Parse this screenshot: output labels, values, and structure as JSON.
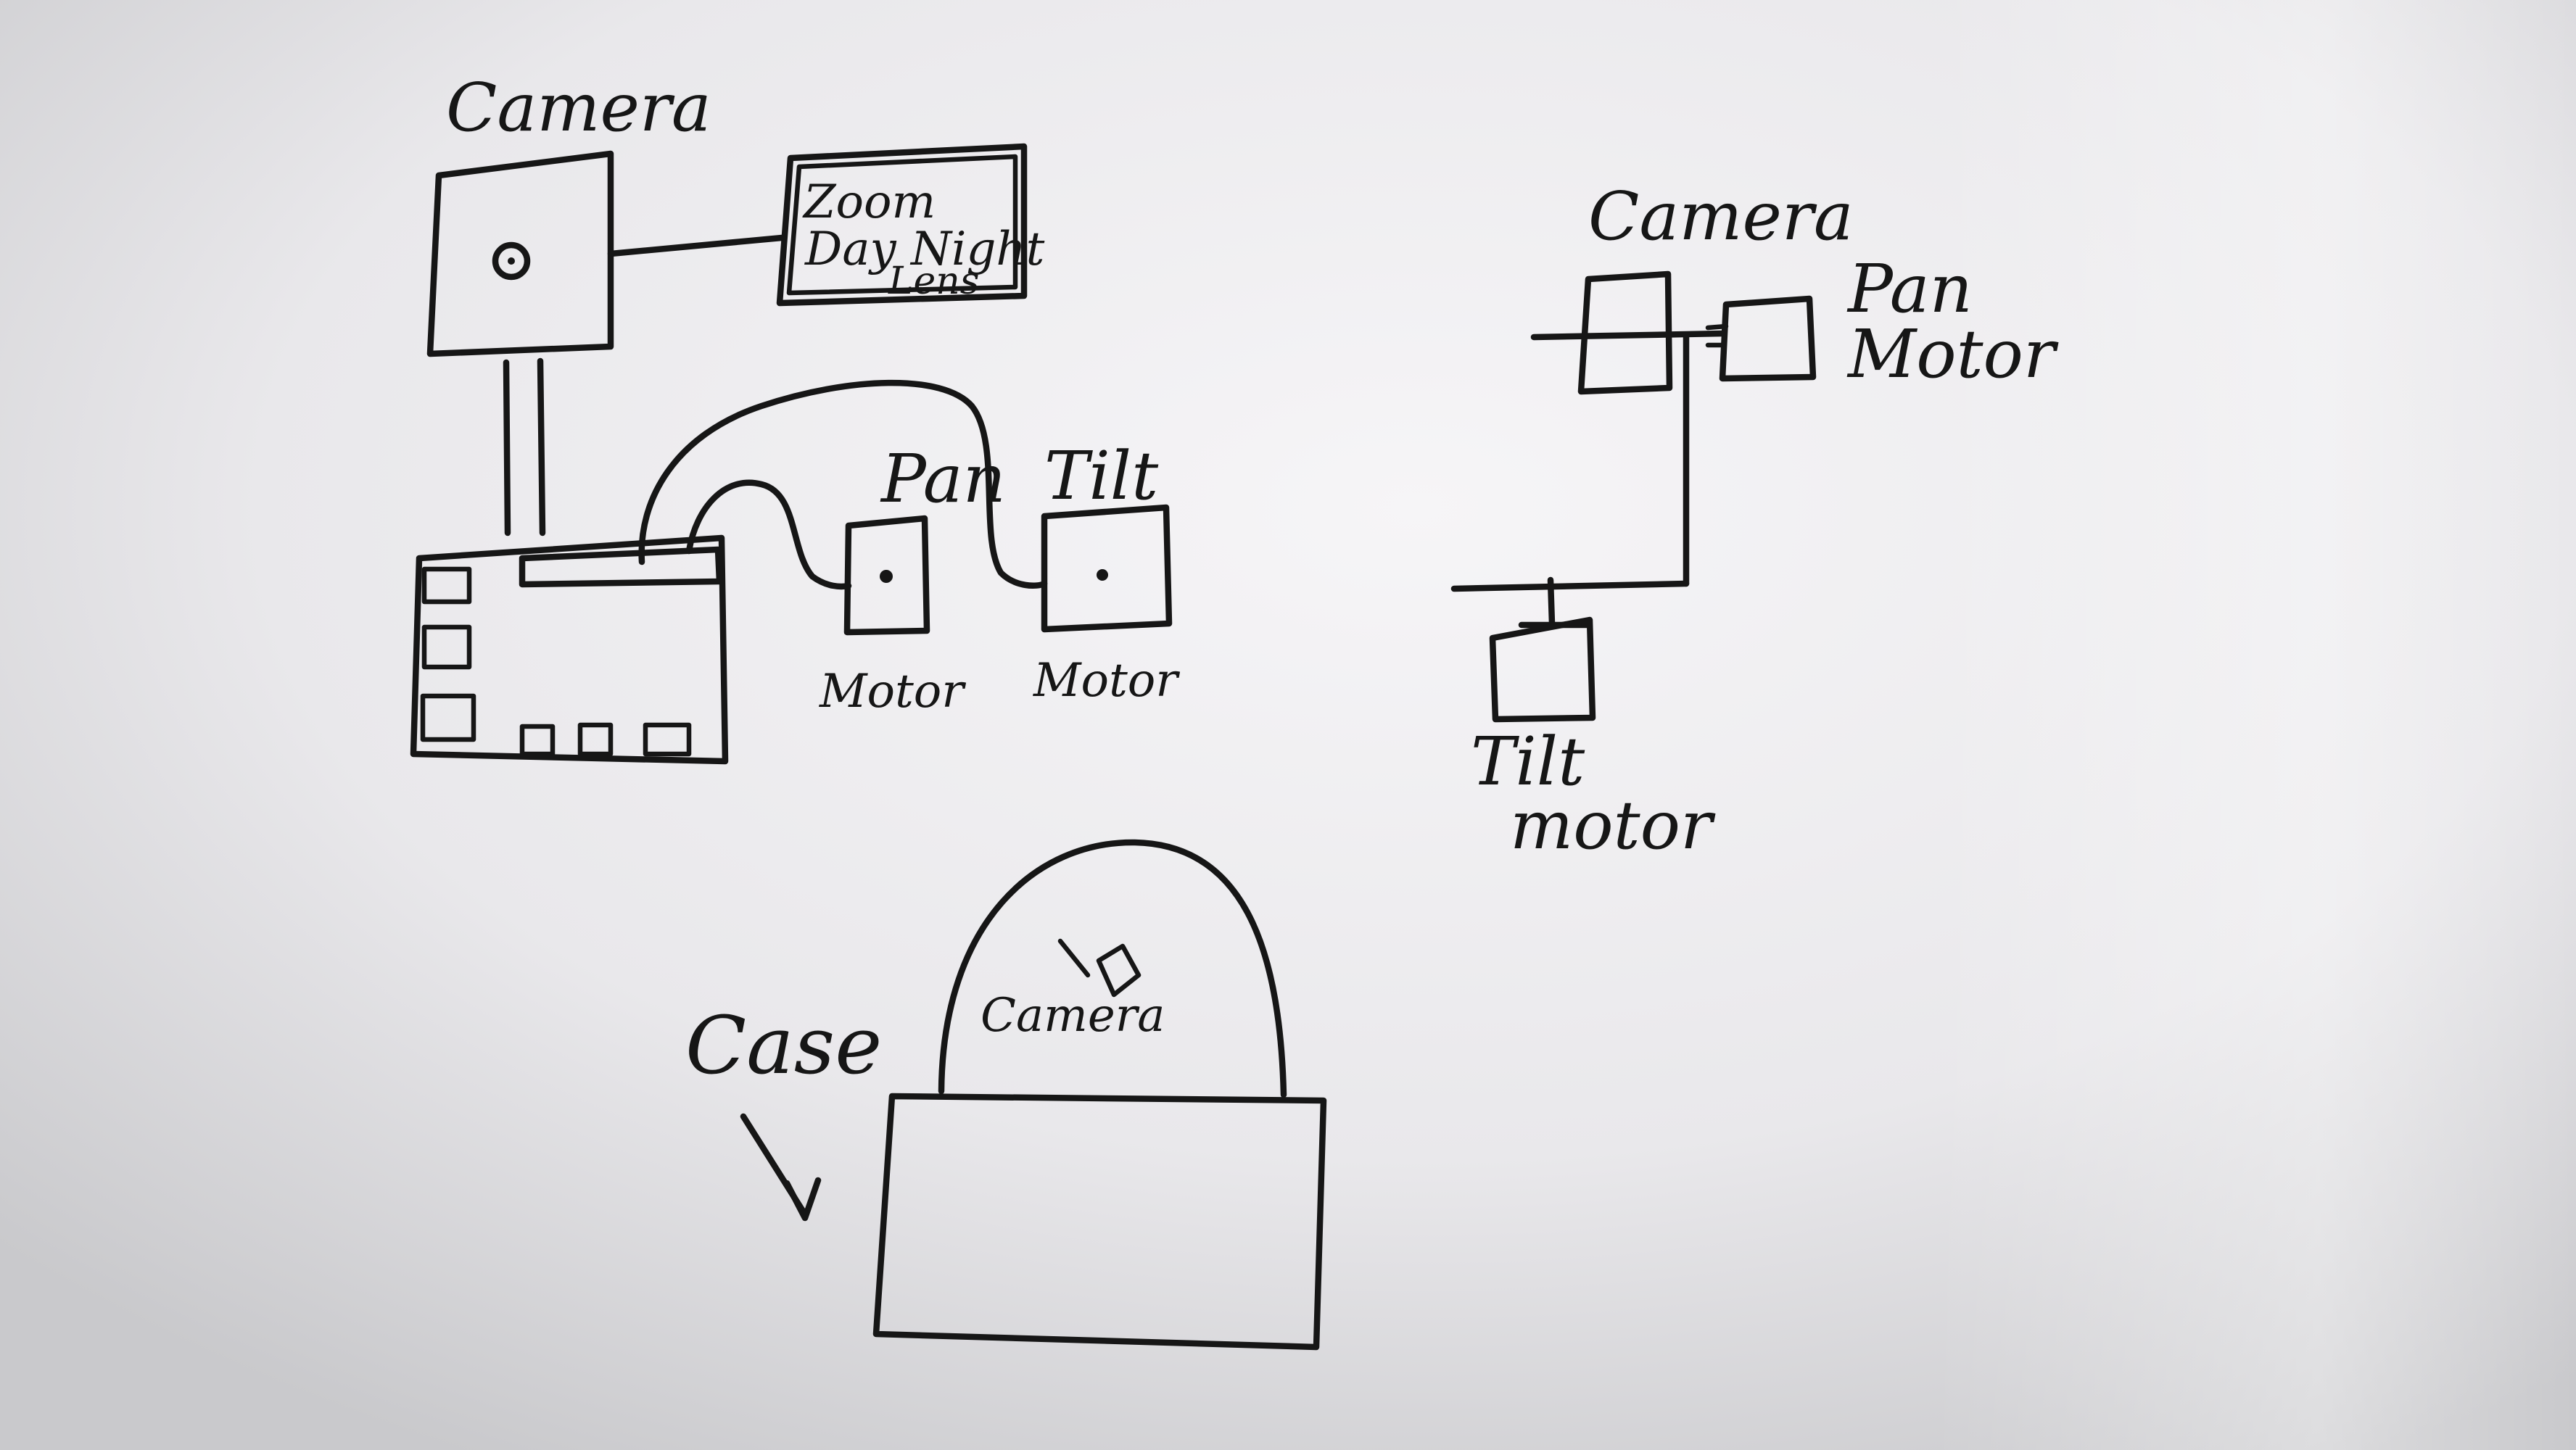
{
  "labels": {
    "camera_main": "Camera",
    "lens_line1": "Zoom",
    "lens_line2": "Day Night",
    "lens_line3": "Lens",
    "pan_top": "Pan",
    "pan_bottom": "Motor",
    "tilt_top": "Tilt",
    "tilt_bottom": "Motor",
    "camera_side": "Camera",
    "pan_side_1": "Pan",
    "pan_side_2": "Motor",
    "tilt_side_1": "Tilt",
    "tilt_side_2": "motor",
    "case_label": "Case",
    "camera_dome": "Camera"
  },
  "colors": {
    "ink": "#161616",
    "paper_light": "#f4f3f5",
    "paper_shadow": "#c9c9cc"
  }
}
